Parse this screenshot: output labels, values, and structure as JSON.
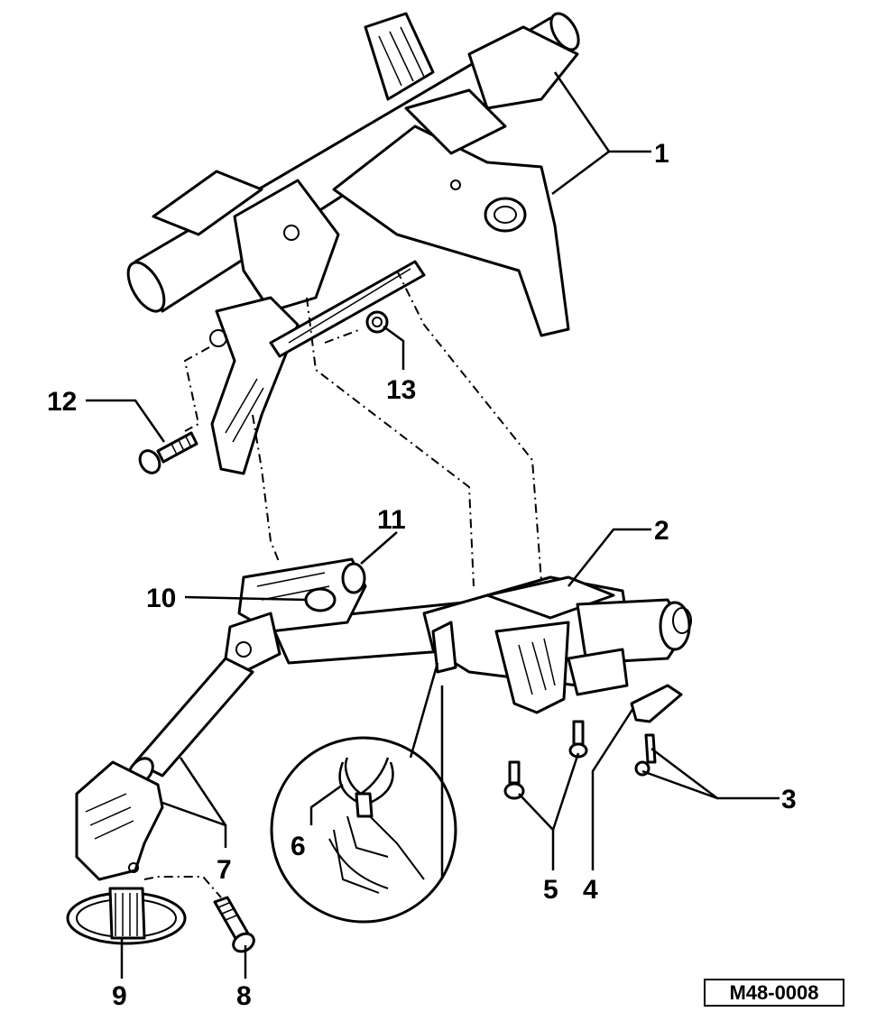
{
  "callouts": {
    "c1": "1",
    "c2": "2",
    "c3": "3",
    "c4": "4",
    "c5": "5",
    "c6": "6",
    "c7": "7",
    "c8": "8",
    "c9": "9",
    "c10": "10",
    "c11": "11",
    "c12": "12",
    "c13": "13"
  },
  "reference_code": "M48-0008"
}
